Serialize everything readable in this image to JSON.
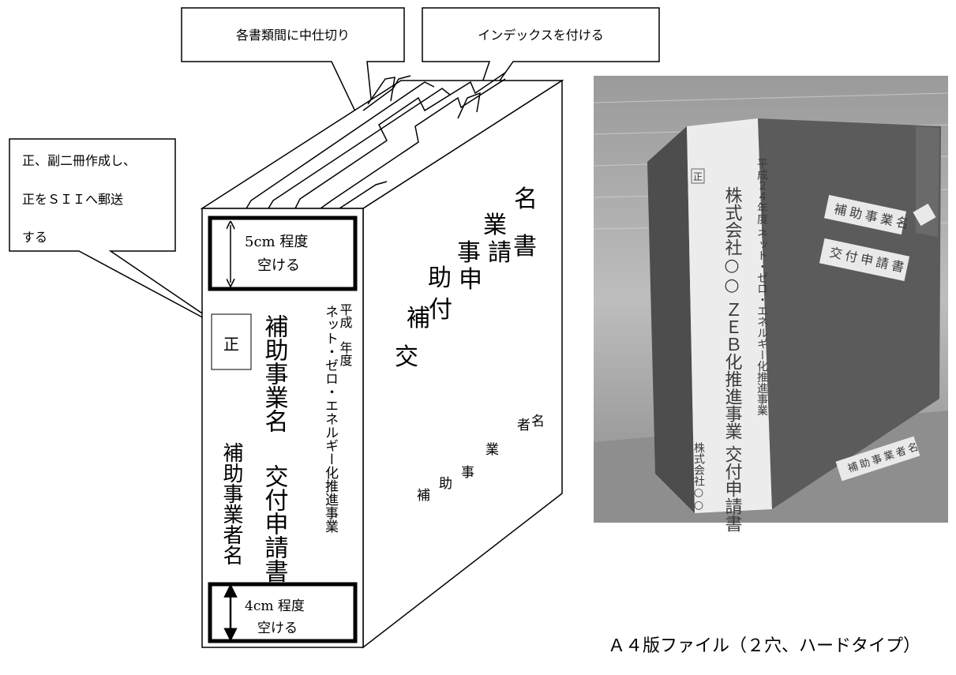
{
  "callouts": {
    "divider": "各書類間に中仕切り",
    "index": "インデックスを付ける",
    "copies": [
      "正、副二冊作成し、",
      "正をＳＩＩへ郵送",
      "する"
    ]
  },
  "spine": {
    "top_margin": [
      "5cm 程度",
      "空ける"
    ],
    "bottom_margin": [
      "4cm 程度",
      "空ける"
    ],
    "original_mark": "正",
    "fiscal_year": "平成　年度",
    "program_name": "ネット・ゼロ・エネルギー化推進事業",
    "project_name": "補助事業名",
    "application": "交付申請書",
    "company": "補助事業者名"
  },
  "cover": {
    "project_name": "補助事業名",
    "application": "交付申請書",
    "company": "補助事業者名"
  },
  "photo": {
    "fiscal_line": "平成２４年度 ネット・ゼロ・エネルギー化推進事業",
    "title_line": "株式会社○○ ＺＥＢ化推進事業 交付申請書",
    "company_line": "株式会社○○",
    "mark": "正",
    "label_project": "補助事業名",
    "label_application": "交付申請書",
    "label_company": "補助事業者名"
  },
  "caption": "Ａ４版ファイル（２穴、ハードタイプ）"
}
